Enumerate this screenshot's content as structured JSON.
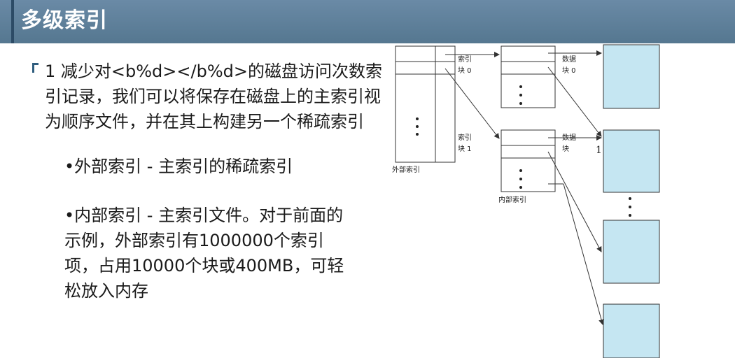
{
  "header": {
    "title": "多级索引"
  },
  "content": {
    "main": "1 减少对<b%d></b%d>的磁盘访问次数索引记录，我们可以将保存在磁盘上的主索引视为顺序文件，并在其上构建另一个稀疏索引",
    "outer_index": "•外部索引 - 主索引的稀疏索引",
    "inner_index": "•内部索引 - 主索引文件。对于前面的示例，外部索引有1000000个索引项，占用10000个块或400MB，可轻松放入内存"
  },
  "diagram": {
    "outer_label": "外部索引",
    "inner_label": "内部索引",
    "index_block0_l1": "索引",
    "index_block0_l2": "块 0",
    "index_block1_l1": "索引",
    "index_block1_l2": "块 1",
    "data_block0_l1": "数据",
    "data_block0_l2": "块 0",
    "data_block1_l1": "数据",
    "data_block1_l2": "块",
    "data_block1_num": "1",
    "data_block_color": "#c5e6f2"
  }
}
